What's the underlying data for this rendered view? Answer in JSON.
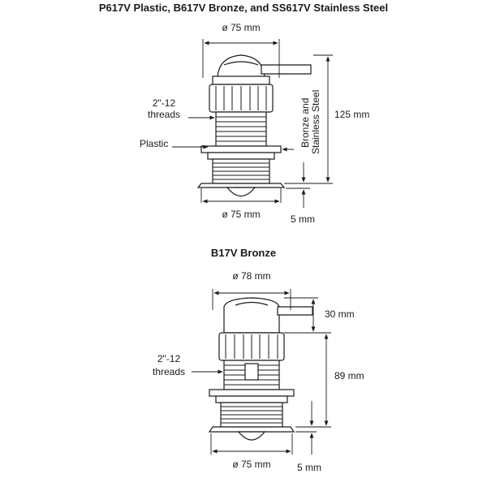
{
  "diagram_top": {
    "title": "P617V Plastic, B617V Bronze, and SS617V Stainless Steel",
    "labels": {
      "diameter_top": "ø 75 mm",
      "threads_line1": "2\"-12",
      "threads_line2": "threads",
      "plastic": "Plastic",
      "bronze_line1": "Bronze and",
      "bronze_line2": "Stainless Steel",
      "height": "125 mm",
      "diameter_bottom": "ø 75 mm",
      "flange": "5 mm"
    }
  },
  "diagram_bottom": {
    "title": "B17V Bronze",
    "labels": {
      "diameter_top": "ø 78 mm",
      "cap": "30 mm",
      "threads_line1": "2\"-12",
      "threads_line2": "threads",
      "height": "89 mm",
      "diameter_bottom": "ø 75 mm",
      "flange": "5 mm"
    }
  }
}
